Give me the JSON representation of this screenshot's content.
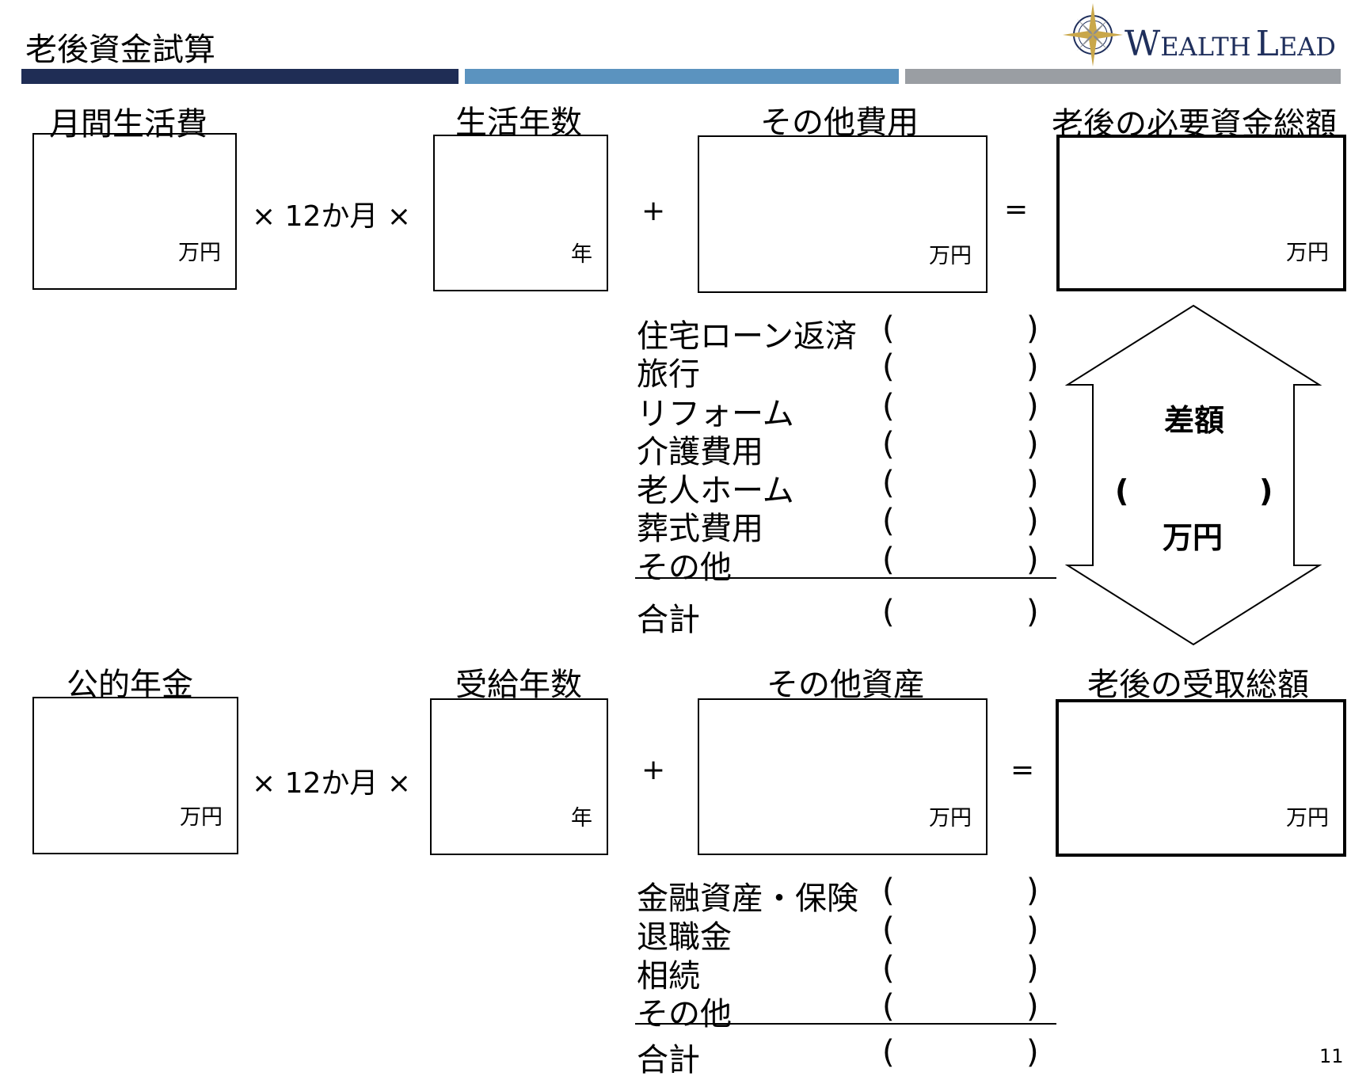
{
  "header": {
    "title": "老後資金試算",
    "logo": {
      "name": "wealth-lead-logo",
      "text_w": "W",
      "text_ealth": "EALTH",
      "text_l": "L",
      "text_ead": "EAD"
    },
    "bars": [
      "#1f2d55",
      "#5b93bf",
      "#9a9ea3"
    ]
  },
  "expenses": {
    "monthly_label": "月間生活費",
    "years_label": "生活年数",
    "other_label": "その他費用",
    "total_label": "老後の必要資金総額",
    "unit_man": "万円",
    "unit_year": "年",
    "times12": "× 12か月 ×",
    "plus": "+",
    "equals": "="
  },
  "expense_items": [
    {
      "label": "住宅ローン返済",
      "open": "(",
      "close": ")"
    },
    {
      "label": "旅行",
      "open": "(",
      "close": ")"
    },
    {
      "label": "リフォーム",
      "open": "(",
      "close": ")"
    },
    {
      "label": "介護費用",
      "open": "(",
      "close": ")"
    },
    {
      "label": "老人ホーム",
      "open": "(",
      "close": ")"
    },
    {
      "label": "葬式費用",
      "open": "(",
      "close": ")"
    },
    {
      "label": "その他",
      "open": "(",
      "close": ")"
    }
  ],
  "expense_total": {
    "label": "合計",
    "open": "(",
    "close": ")"
  },
  "difference": {
    "label": "差額",
    "open": "(",
    "close": ")",
    "unit": "万円"
  },
  "income": {
    "pension_label": "公的年金",
    "years_label": "受給年数",
    "other_label": "その他資産",
    "total_label": "老後の受取総額",
    "unit_man": "万円",
    "unit_year": "年",
    "times12": "× 12か月 ×",
    "plus": "+",
    "equals": "="
  },
  "income_items": [
    {
      "label": "金融資産・保険",
      "open": "(",
      "close": ")"
    },
    {
      "label": "退職金",
      "open": "(",
      "close": ")"
    },
    {
      "label": "相続",
      "open": "(",
      "close": ")"
    },
    {
      "label": "その他",
      "open": "(",
      "close": ")"
    }
  ],
  "income_total": {
    "label": "合計",
    "open": "(",
    "close": ")"
  },
  "page_number": "11"
}
